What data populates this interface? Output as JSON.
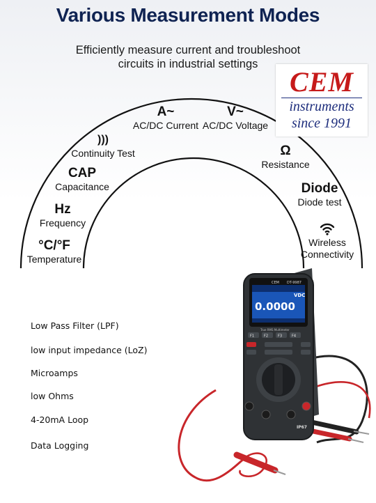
{
  "header": {
    "title": "Various Measurement Modes",
    "subtitle_line1": "Efficiently measure current and troubleshoot",
    "subtitle_line2": "circuits in industrial settings"
  },
  "logo": {
    "brand": "CEM",
    "line2": "instruments",
    "line3": "since 1991"
  },
  "modes": [
    {
      "symbol": "A~",
      "label": "AC/DC Current"
    },
    {
      "symbol": "V~",
      "label": "AC/DC Voltage"
    },
    {
      "symbol": ")))",
      "label": "Continuity Test"
    },
    {
      "symbol": "Ω",
      "label": "Resistance"
    },
    {
      "symbol": "CAP",
      "label": "Capacitance"
    },
    {
      "symbol": "Diode",
      "label": "Diode test"
    },
    {
      "symbol": "Hz",
      "label": "Frequency"
    },
    {
      "symbol": "",
      "label": "Wireless",
      "label2": "Connectivity"
    },
    {
      "symbol": "°C/°F",
      "label": "Temperature"
    }
  ],
  "features": [
    "Low Pass Filter (LPF)",
    "low input impedance (LoZ)",
    "Microamps",
    "low Ohms",
    "4-20mA Loop",
    "Data Logging"
  ],
  "device": {
    "brand": "CEM",
    "model": "DT-9987",
    "mode": "VDC",
    "reading": "0.0000",
    "subtitle": "True RMS Multimeter",
    "rating": "IP67",
    "keys": [
      "F1",
      "F2",
      "F3",
      "F4"
    ],
    "colors": {
      "body": "#2f3235",
      "screen": "#1a56b8",
      "probe_red": "#c8262a",
      "probe_black": "#222222"
    }
  }
}
